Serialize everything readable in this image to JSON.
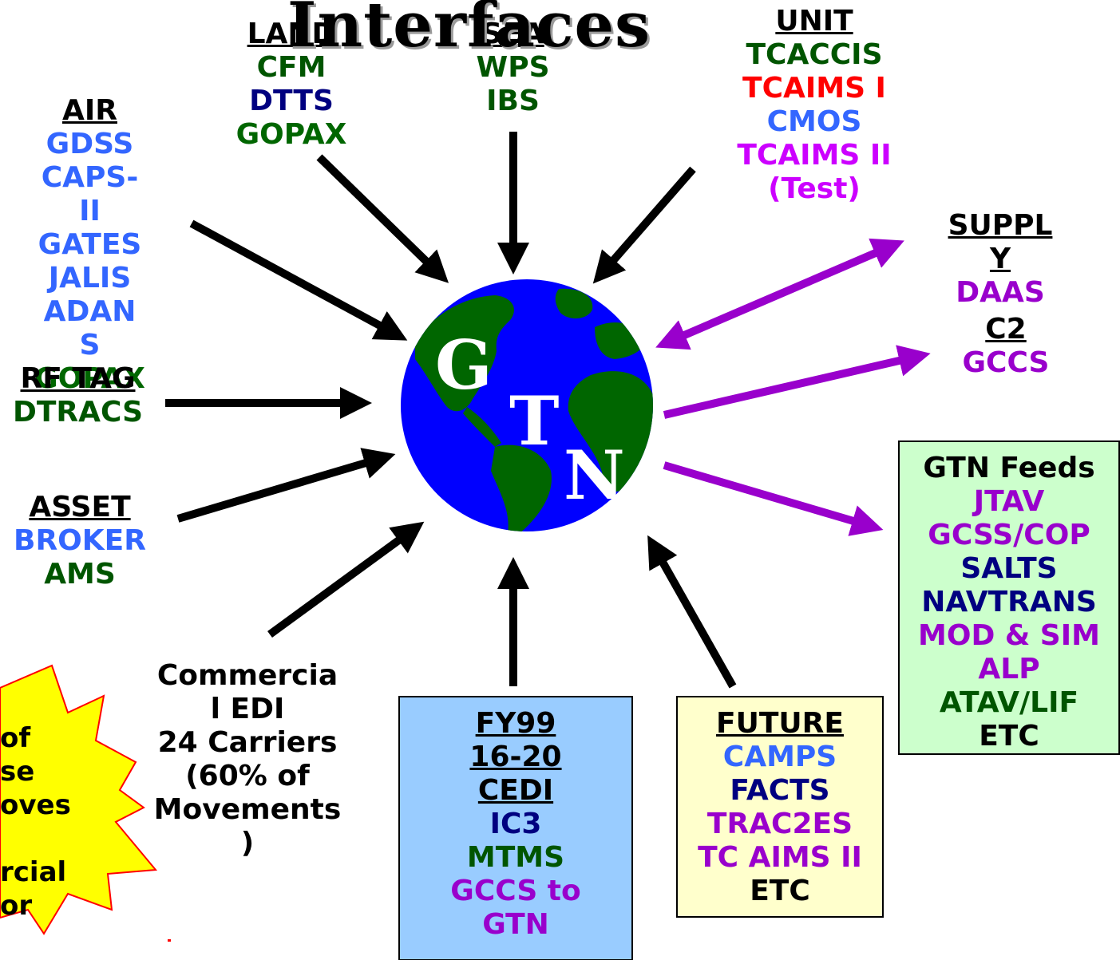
{
  "title": "Interfaces",
  "center": {
    "letters": [
      "G",
      "T",
      "N"
    ]
  },
  "colors": {
    "green": "#006600",
    "dark_green": "#005500",
    "navy": "#000080",
    "blue": "#3366ff",
    "purple": "#9900cc",
    "magenta": "#cc00ff",
    "red": "#ff0000",
    "black": "#000000",
    "box_blue": "#99ccff",
    "box_yellow": "#ffffcc",
    "box_green": "#ccffcc",
    "star_yellow": "#ffff00",
    "globe_ocean": "#0000ff",
    "globe_land": "#006600"
  },
  "land": {
    "heading": "LAND",
    "items": [
      {
        "text": "CFM",
        "color": "#005500"
      },
      {
        "text": "DTTS",
        "color": "#000080"
      },
      {
        "text": "GOPAX",
        "color": "#006600"
      }
    ]
  },
  "sea": {
    "heading": "SEA",
    "items": [
      {
        "text": "WPS",
        "color": "#005500"
      },
      {
        "text": "IBS",
        "color": "#005500"
      }
    ]
  },
  "unit": {
    "heading": "UNIT",
    "items": [
      {
        "text": "TCACCIS",
        "color": "#005500"
      },
      {
        "text": "TCAIMS I",
        "color": "#ff0000"
      },
      {
        "text": "CMOS",
        "color": "#3366ff"
      },
      {
        "text": "TCAIMS II",
        "color": "#cc00ff"
      },
      {
        "text": "(Test)",
        "color": "#cc00ff"
      }
    ]
  },
  "air": {
    "heading": "AIR",
    "items": [
      {
        "text": "GDSS",
        "color": "#3366ff"
      },
      {
        "text": "CAPS-",
        "color": "#3366ff"
      },
      {
        "text": "II",
        "color": "#3366ff"
      },
      {
        "text": "GATES",
        "color": "#3366ff"
      },
      {
        "text": "JALIS",
        "color": "#3366ff"
      },
      {
        "text": "ADAN",
        "color": "#3366ff"
      },
      {
        "text": "S",
        "color": "#3366ff"
      },
      {
        "text": "GOPAX",
        "color": "#006600"
      }
    ]
  },
  "rf_tag": {
    "heading": "RF TAG",
    "items": [
      {
        "text": "DTRACS",
        "color": "#005500"
      }
    ]
  },
  "asset": {
    "heading": "ASSET",
    "items": [
      {
        "text": "BROKER",
        "color": "#3366ff"
      },
      {
        "text": "AMS",
        "color": "#005500"
      }
    ]
  },
  "supply": {
    "heading_lines": [
      "SUPPL",
      "Y"
    ],
    "items": [
      {
        "text": "DAAS",
        "color": "#9900cc"
      }
    ]
  },
  "c2": {
    "heading": "C2",
    "items": [
      {
        "text": "GCCS",
        "color": "#9900cc"
      }
    ]
  },
  "feeds": {
    "items": [
      {
        "text": "GTN Feeds",
        "color": "#000000"
      },
      {
        "text": "JTAV",
        "color": "#9900cc"
      },
      {
        "text": "GCSS/COP",
        "color": "#9900cc"
      },
      {
        "text": "SALTS",
        "color": "#000080"
      },
      {
        "text": "NAVTRANS",
        "color": "#000080"
      },
      {
        "text": "MOD & SIM",
        "color": "#9900cc"
      },
      {
        "text": "ALP",
        "color": "#9900cc"
      },
      {
        "text": "ATAV/LIF",
        "color": "#005500"
      },
      {
        "text": "ETC",
        "color": "#000000"
      }
    ]
  },
  "commercial": {
    "items": [
      {
        "text": "Commercia",
        "color": "#000000"
      },
      {
        "text": "l EDI",
        "color": "#000000"
      },
      {
        "text": "24 Carriers",
        "color": "#000000"
      },
      {
        "text": "(60% of",
        "color": "#000000"
      },
      {
        "text": "Movements",
        "color": "#000000"
      },
      {
        "text": ")",
        "color": "#000000"
      }
    ]
  },
  "fy99": {
    "heading_lines": [
      "FY99",
      "16-20",
      "CEDI"
    ],
    "items": [
      {
        "text": "IC3",
        "color": "#000080"
      },
      {
        "text": "MTMS",
        "color": "#005500"
      },
      {
        "text": "GCCS to",
        "color": "#9900cc"
      },
      {
        "text": "GTN",
        "color": "#9900cc"
      }
    ]
  },
  "future": {
    "heading": "FUTURE",
    "items": [
      {
        "text": "CAMPS",
        "color": "#3366ff"
      },
      {
        "text": "FACTS",
        "color": "#000080"
      },
      {
        "text": "TRAC2ES",
        "color": "#9900cc"
      },
      {
        "text": "TC AIMS II",
        "color": "#9900cc"
      },
      {
        "text": "ETC",
        "color": "#000000"
      }
    ]
  },
  "star": {
    "lines": [
      "of",
      "se",
      "oves",
      "",
      "rcial",
      "or"
    ]
  }
}
